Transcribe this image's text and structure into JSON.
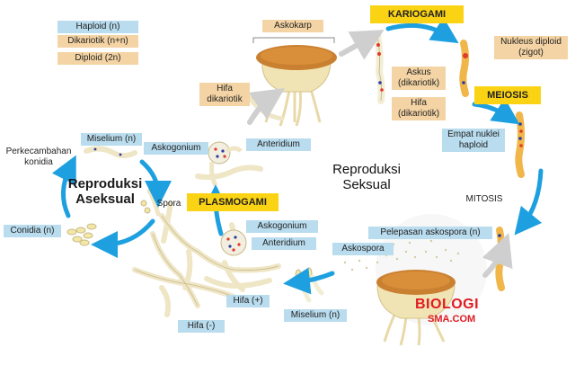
{
  "legend": {
    "haploid": "Haploid (n)",
    "dikariotik": "Dikariotik (n+n)",
    "diploid": "Diploid (2n)"
  },
  "labels": {
    "askokarp": "Askokarp",
    "kariogami": "KARIOGAMI",
    "nukleus_diploid_line1": "Nukleus diploid",
    "nukleus_diploid_line2": "(zigot)",
    "askus_line1": "Askus",
    "askus_line2": "(dikariotik)",
    "hifa_dikariotik_right_line1": "Hifa",
    "hifa_dikariotik_right_line2": "(dikariotik)",
    "meiosis": "MEIOSIS",
    "empat_nuklei_line1": "Empat nuklei",
    "empat_nuklei_line2": "haploid",
    "mitosis": "MITOSIS",
    "pelepasan_askospora": "Pelepasan askospora (n)",
    "askospora": "Askospora",
    "miselium_bottom": "Miselium (n)",
    "hifa_plus": "Hifa (+)",
    "hifa_minus": "Hifa (-)",
    "anteridium_lower": "Anteridium",
    "askogonium_lower": "Askogonium",
    "plasmogami": "PLASMOGAMI",
    "spora": "Spora",
    "conidia": "Conidia (n)",
    "reproduksi_aseksual_line1": "Reproduksi",
    "reproduksi_aseksual_line2": "Aseksual",
    "perkecambahan_line1": "Perkecambahan",
    "perkecambahan_line2": "konidia",
    "miselium_top": "Miselium (n)",
    "askogonium_upper": "Askogonium",
    "anteridium_upper": "Anteridium",
    "hifa_dikariotik_left_line1": "Hifa",
    "hifa_dikariotik_left_line2": "dikariotik",
    "reproduksi_seksual_line1": "Reproduksi",
    "reproduksi_seksual_line2": "Seksual"
  },
  "watermark": {
    "line1": "BIOLOGI",
    "line2": "SMA.COM"
  },
  "colors": {
    "haploid": "#b9dcee",
    "dikariotik": "#f4d4a4",
    "phase": "#fbd315",
    "arrow": "#1ea0e0",
    "arrow_gray": "#cfcfcf",
    "askokarp_top": "#c98030",
    "hypha": "#f2eed6",
    "watermark": "#e01b22"
  }
}
